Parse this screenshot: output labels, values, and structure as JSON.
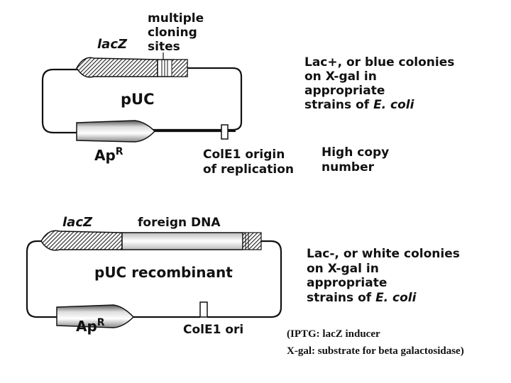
{
  "top": {
    "lacz_label": "lacZ",
    "mcs_label_line1": "multiple",
    "mcs_label_line2": "cloning",
    "mcs_label_line3": "sites",
    "plasmid_name": "pUC",
    "ampr_label_main": "Ap",
    "ampr_label_sup": "R",
    "ori_label_line1": "ColE1 origin",
    "ori_label_line2": "of replication",
    "blue_line1": "Lac+, or blue colonies",
    "blue_line2": "on X-gal in",
    "blue_line3": "appropriate",
    "blue_line4_prefix": "strains of ",
    "blue_line4_italic": "E. coli",
    "copy_line1": "High copy",
    "copy_line2": "number"
  },
  "bottom": {
    "lacz_label": "lacZ",
    "foreign_label": "foreign DNA",
    "plasmid_name": "pUC recombinant",
    "ampr_label_main": "Ap",
    "ampr_label_sup": "R",
    "ori_label": "ColE1 ori",
    "white_line1": "Lac-, or white colonies",
    "white_line2": "on X-gal in",
    "white_line3": "appropriate",
    "white_line4_prefix": "strains of ",
    "white_line4_italic": "E. coli"
  },
  "note": {
    "line1": "(IPTG: lacZ inducer",
    "line2": "X-gal: substrate for beta galactosidase)"
  },
  "colors": {
    "line": "#111111",
    "hatch": "#333333",
    "background": "#ffffff"
  }
}
